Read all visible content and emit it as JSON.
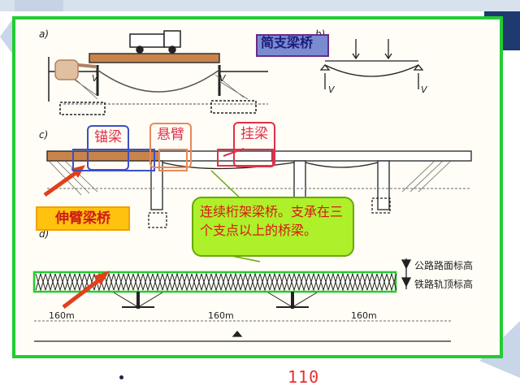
{
  "panel_letters": {
    "a": "a)",
    "b": "b)",
    "c": "c)",
    "d": "d)"
  },
  "callouts": {
    "simple_span": "简支梁桥",
    "anchor_span": "锚梁",
    "cantilever_arm": "悬臂",
    "suspended_span": "挂梁",
    "cantilever_bridge": "伸臂梁桥",
    "continuous_truss": "连续桁架梁桥。支承在三个支点以上的桥梁。"
  },
  "diagram_labels": {
    "reaction_v": "V",
    "highway_level": "公路路面标高",
    "railway_level": "铁路轨顶标高",
    "span_1": "160m",
    "span_2": "160m",
    "span_3": "160m"
  },
  "footer": {
    "page_number": "110"
  },
  "colors": {
    "frame": "#22cc33",
    "callout_red": "#e0304a",
    "highlight_yellow": "#ffc20e",
    "bubble_green": "#aef02a"
  }
}
